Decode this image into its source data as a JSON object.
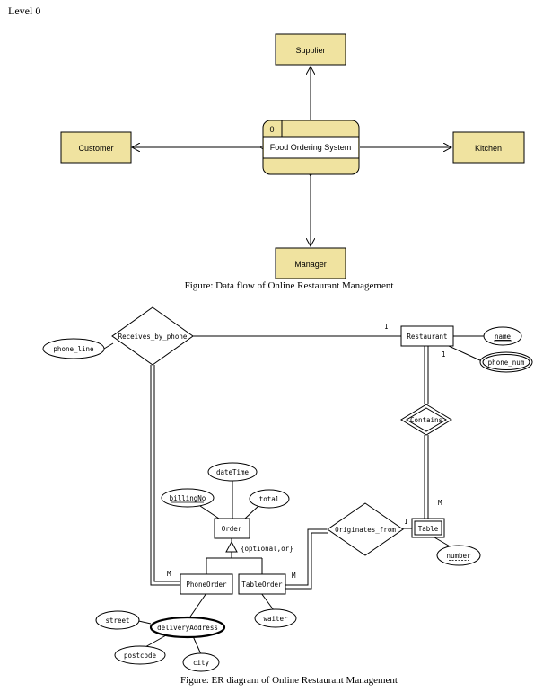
{
  "header": {
    "level": "Level 0"
  },
  "dfd": {
    "caption": "Figure: Data flow of Online Restaurant Management",
    "process": {
      "number": "0",
      "label": "Food Ordering System"
    },
    "entities": {
      "supplier": "Supplier",
      "customer": "Customer",
      "kitchen": "Kitchen",
      "manager": "Manager"
    }
  },
  "er": {
    "caption": "Figure: ER diagram of Online Restaurant Management",
    "entities": {
      "restaurant": "Restaurant",
      "table": "Table",
      "order": "Order",
      "phone_order": "PhoneOrder",
      "table_order": "TableOrder"
    },
    "relationships": {
      "receives_by_phone": "Receives_by_phone",
      "contains": "Contains",
      "originates_from": "Originates_from"
    },
    "attributes": {
      "phone_line": "phone_line",
      "name": "name",
      "phone_num": "phone_num",
      "number": "number",
      "date_time": "dateTime",
      "billing_no": "billingNo",
      "total": "total",
      "waiter": "waiter",
      "delivery_address": "deliveryAddress",
      "street": "street",
      "postcode": "postcode",
      "city": "city"
    },
    "specialization": "{optional,or}",
    "cardinalities": {
      "restaurant_phone": "1",
      "restaurant_contains": "1",
      "table_contains": "M",
      "table_originates": "1",
      "phoneorder_phone": "M",
      "tableorder_originates": "M"
    }
  }
}
